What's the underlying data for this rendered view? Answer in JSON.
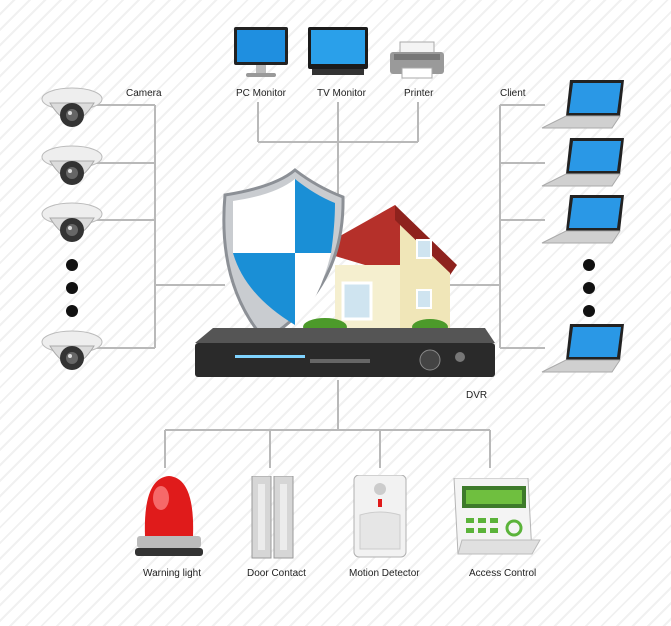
{
  "labels": {
    "camera": "Camera",
    "pc_monitor": "PC Monitor",
    "tv_monitor": "TV Monitor",
    "printer": "Printer",
    "client": "Client",
    "dvr": "DVR",
    "warning_light": "Warning light",
    "door_contact": "Door Contact",
    "motion_detector": "Motion Detector",
    "access_control": "Access Control"
  },
  "colors": {
    "wire": "#b9b9b9",
    "dvr_body": "#2a2a2a",
    "shield_blue": "#1a8fd6",
    "roof": "#b5302a",
    "warning_red": "#e01b1b"
  }
}
